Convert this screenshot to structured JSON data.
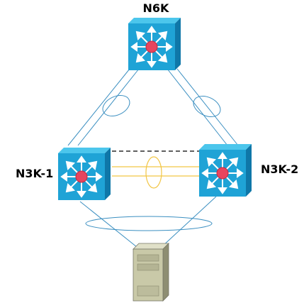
{
  "nodes": {
    "core": {
      "label": "N6K",
      "icon": "layer3-switch-icon"
    },
    "left": {
      "label": "N3K-1",
      "icon": "layer3-switch-icon"
    },
    "right": {
      "label": "N3K-2",
      "icon": "layer3-switch-icon"
    },
    "server": {
      "icon": "server-tower-icon"
    }
  },
  "colors": {
    "switch_front": "#1fa3d6",
    "switch_top": "#4cc6ec",
    "switch_side": "#0f77a8",
    "switch_center": "#e8455e",
    "uplink_line": "#3b8fc1",
    "peer_link": "#f2c646",
    "keepalive": "#000000",
    "server_body": "#c9c9a8"
  }
}
